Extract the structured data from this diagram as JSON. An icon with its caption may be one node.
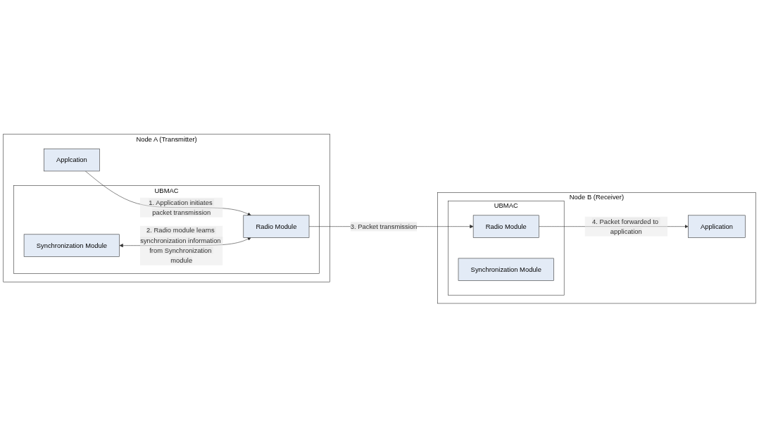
{
  "diagram": {
    "nodes": [
      {
        "text": [
          "Node A (Transmitter)"
        ]
      },
      {
        "text": [
          "Applcation"
        ],
        "in": 0
      },
      {
        "text": [
          "UBMAC"
        ],
        "in": 0
      },
      {
        "text": [
          "Synchronization Module"
        ],
        "in": 2
      },
      {
        "text": [
          "Radio Module"
        ],
        "in": 2
      },
      {
        "text": [
          "Node B (Receiver)"
        ]
      },
      {
        "text": [
          "Application"
        ],
        "in": 5
      },
      {
        "text": [
          "UBMAC"
        ],
        "in": 5
      },
      {
        "text": [
          "Radio Module"
        ],
        "in": 7
      },
      {
        "text": [
          "Synchronization Module"
        ],
        "in": 7
      }
    ],
    "edges": [
      {
        "from": 1,
        "to": 4,
        "arrow": "to",
        "label": "1. Application initiates packet transmission"
      },
      {
        "from": 3,
        "to": 4,
        "arrow": "both",
        "label": "2. Radio module learns synchronization information from Synchronization module"
      },
      {
        "from": 4,
        "to": 8,
        "arrow": "to",
        "label": "3. Packet transmission"
      },
      {
        "from": 8,
        "to": 6,
        "arrow": "to",
        "label": "4. Packet forwarded to application"
      }
    ]
  }
}
